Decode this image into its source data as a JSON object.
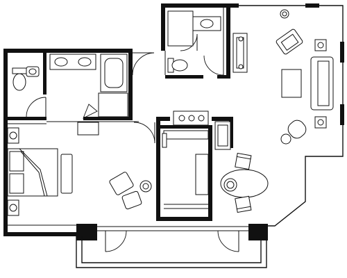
{
  "plan": {
    "labels": [],
    "rooms": [
      "bedroom",
      "master-bathroom",
      "half-bathroom",
      "living-room",
      "dining-area",
      "kitchen",
      "balcony"
    ],
    "colors": {
      "wall": "#111111",
      "background": "#ffffff"
    }
  }
}
